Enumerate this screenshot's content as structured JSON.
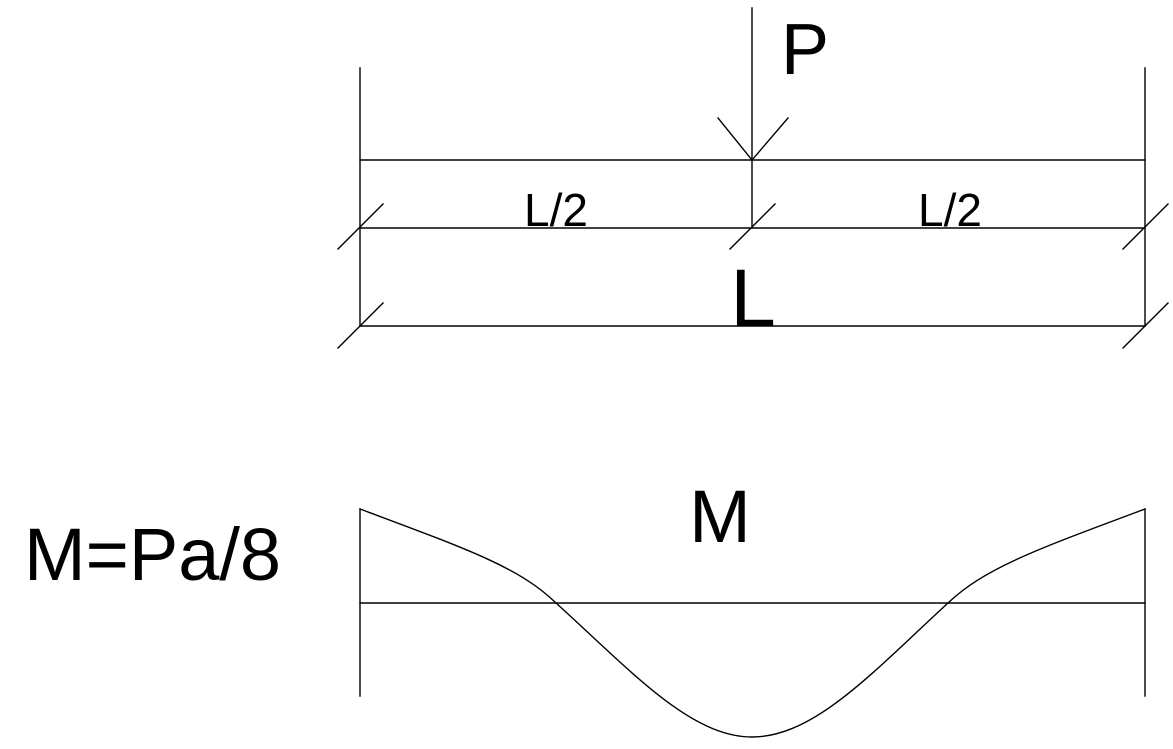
{
  "labels": {
    "load": "P",
    "half_left": "L/2",
    "half_right": "L/2",
    "span": "L",
    "moment_title": "M",
    "moment_formula": "M=Pa/8"
  }
}
